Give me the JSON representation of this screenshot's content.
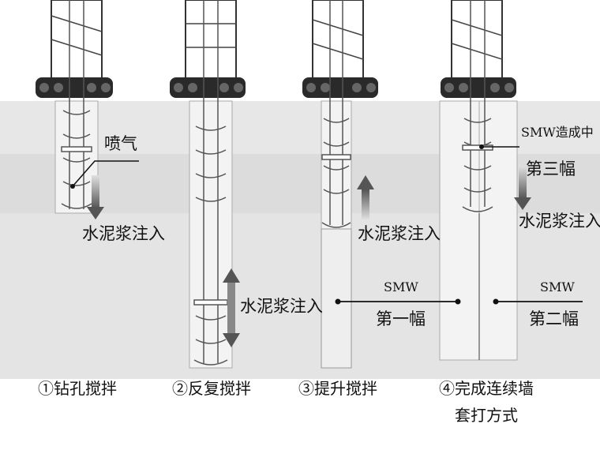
{
  "colors": {
    "ground": "#e6e6e6",
    "ground_band": "#dadada",
    "soil_column": "#f2f2f2",
    "machine": "#2a2a2a",
    "auger": "#555555",
    "arrow_dark": "#666666",
    "line": "#111111"
  },
  "labels": {
    "spray": "喷气",
    "slurry_1": "水泥浆注入",
    "slurry_2": "水泥浆注入",
    "slurry_3": "水泥浆注入",
    "slurry_4": "水泥浆注入",
    "smw_making": "SMW造成中",
    "third_panel": "第三幅",
    "smw_1": "SMW",
    "first_panel": "第一幅",
    "smw_2": "SMW",
    "second_panel": "第二幅"
  },
  "steps": [
    {
      "caption": "①钻孔搅拌"
    },
    {
      "caption": "②反复搅拌"
    },
    {
      "caption": "③提升搅拌"
    },
    {
      "caption": "④完成连续墙",
      "caption2": "套打方式"
    }
  ],
  "icons": [
    "drill-rig-icon",
    "auger-icon",
    "down-arrow-icon",
    "up-arrow-icon",
    "double-arrow-icon"
  ]
}
